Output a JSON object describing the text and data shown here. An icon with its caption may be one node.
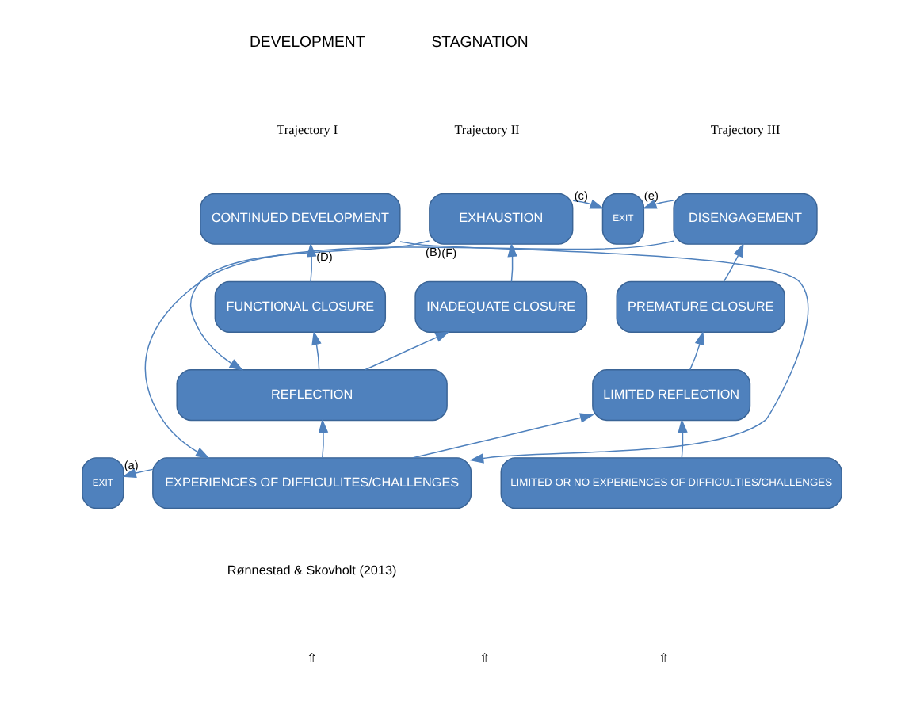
{
  "diagram": {
    "nodes": [
      {
        "text": [
          "CONTINUED DEVELOPMENT"
        ]
      },
      {
        "text": [
          "EXHAUSTION"
        ]
      },
      {
        "text": [
          "EXIT"
        ]
      },
      {
        "text": [
          "DISENGAGEMENT"
        ]
      },
      {
        "text": [
          "FUNCTIONAL CLOSURE"
        ]
      },
      {
        "text": [
          "INADEQUATE CLOSURE"
        ]
      },
      {
        "text": [
          "PREMATURE CLOSURE"
        ]
      },
      {
        "text": [
          "REFLECTION"
        ]
      },
      {
        "text": [
          "LIMITED REFLECTION"
        ]
      },
      {
        "text": [
          "EXIT"
        ]
      },
      {
        "text": [
          "EXPERIENCES OF DIFFICULITES/CHALLENGES"
        ]
      },
      {
        "text": [
          "LIMITED OR NO EXPERIENCES OF DIFFICULTIES/CHALLENGES"
        ]
      }
    ],
    "edges": [
      {
        "from": 10,
        "to": 7,
        "arrow": "to"
      },
      {
        "from": 7,
        "to": 4,
        "arrow": "to"
      },
      {
        "from": 4,
        "to": 0,
        "arrow": "to"
      },
      {
        "from": 7,
        "to": 5,
        "arrow": "to"
      },
      {
        "from": 5,
        "to": 1,
        "arrow": "to"
      },
      {
        "from": 1,
        "to": 2,
        "arrow": "to",
        "label": "(c)"
      },
      {
        "from": 3,
        "to": 2,
        "arrow": "to",
        "label": "(e)"
      },
      {
        "from": 10,
        "to": 9,
        "arrow": "to",
        "label": "(a)"
      },
      {
        "from": 10,
        "to": 8,
        "arrow": "to"
      },
      {
        "from": 11,
        "to": 8,
        "arrow": "to"
      },
      {
        "from": 8,
        "to": 6,
        "arrow": "to"
      },
      {
        "from": 6,
        "to": 3,
        "arrow": "to"
      },
      {
        "from": 0,
        "to": 10,
        "arrow": "to",
        "label": "(B)"
      },
      {
        "from": 1,
        "to": 7,
        "arrow": "to",
        "label": "(D)"
      },
      {
        "from": 3,
        "to": 10,
        "arrow": "to",
        "label": "(F)"
      }
    ],
    "labels": [
      "DEVELOPMENT",
      "STAGNATION",
      "Trajectory I",
      "Trajectory II",
      "Trajectory III",
      "Rønnestad & Skovholt (2013)",
      "⇧",
      "⇧",
      "⇧"
    ]
  }
}
